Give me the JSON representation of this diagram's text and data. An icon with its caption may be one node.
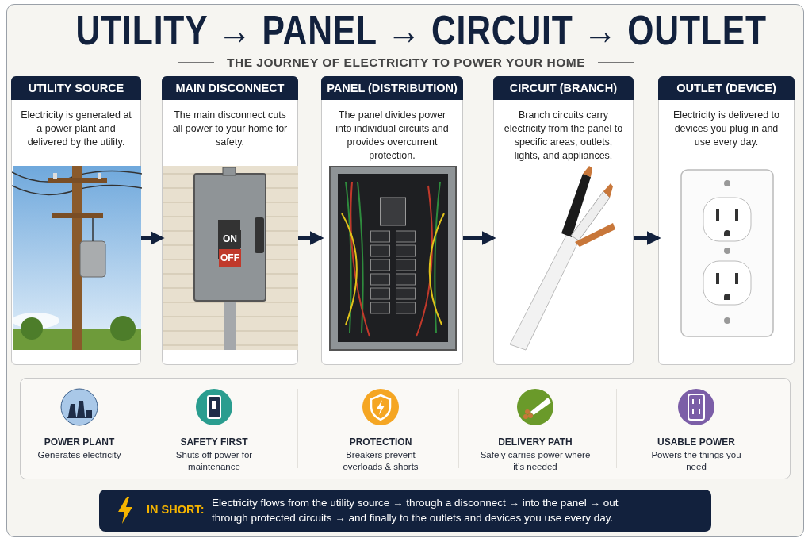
{
  "diagram": {
    "title": "UTILITY → PANEL → CIRCUIT → OUTLET",
    "nodes": [
      {
        "text": [
          "UTILITY SOURCE",
          "Electricity is generated at a power plant and delivered by the utility."
        ]
      },
      {
        "text": [
          "MAIN DISCONNECT",
          "The main disconnect cuts all power to your home for safety."
        ]
      },
      {
        "text": [
          "PANEL (DISTRIBUTION)",
          "The panel divides power into individual circuits and provides overcurrent protection."
        ]
      },
      {
        "text": [
          "CIRCUIT (BRANCH)",
          "Branch circuits carry electricity from the panel to specific areas, outlets, lights, and appliances."
        ]
      },
      {
        "text": [
          "OUTLET (DEVICE)",
          "Electricity is delivered to devices you plug in and use every day."
        ]
      },
      {
        "text": [
          "IN SHORT:",
          "Electricity flows from the utility source → through a disconnect → into the panel → out through protected circuits → and finally to the outlets and devices you use every day."
        ]
      }
    ],
    "edges": [
      {
        "from": 0,
        "to": 1,
        "arrow": "to"
      },
      {
        "from": 1,
        "to": 2,
        "arrow": "to"
      },
      {
        "from": 2,
        "to": 3,
        "arrow": "to"
      },
      {
        "from": 3,
        "to": 4,
        "arrow": "to"
      }
    ],
    "labels": [
      "THE JOURNEY OF ELECTRICITY TO POWER YOUR HOME",
      "ON",
      "OFF",
      "POWER PLANT",
      "Generates electricity",
      "SAFETY FIRST",
      "Shuts off power for maintenance",
      "PROTECTION",
      "Breakers prevent overloads & shorts",
      "DELIVERY PATH",
      "Safely carries power where it’s needed",
      "USABLE POWER",
      "Powers the things you need"
    ]
  }
}
